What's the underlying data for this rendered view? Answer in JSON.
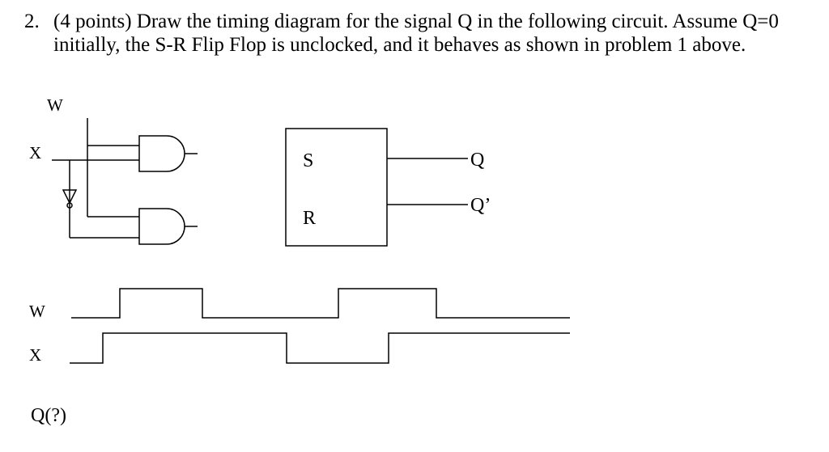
{
  "problem": {
    "number": "2.",
    "text": "(4 points) Draw the timing diagram for the signal Q in the following circuit. Assume Q=0 initially, the S-R Flip Flop is unclocked, and it behaves as shown in problem 1 above."
  },
  "circuit": {
    "input_w_label": "W",
    "input_x_label": "X",
    "ff_s_label": "S",
    "ff_r_label": "R",
    "output_q_label": "Q",
    "output_qbar_label": "Q’"
  },
  "timing": {
    "w_label": "W",
    "x_label": "X",
    "q_label": "Q(?)"
  }
}
